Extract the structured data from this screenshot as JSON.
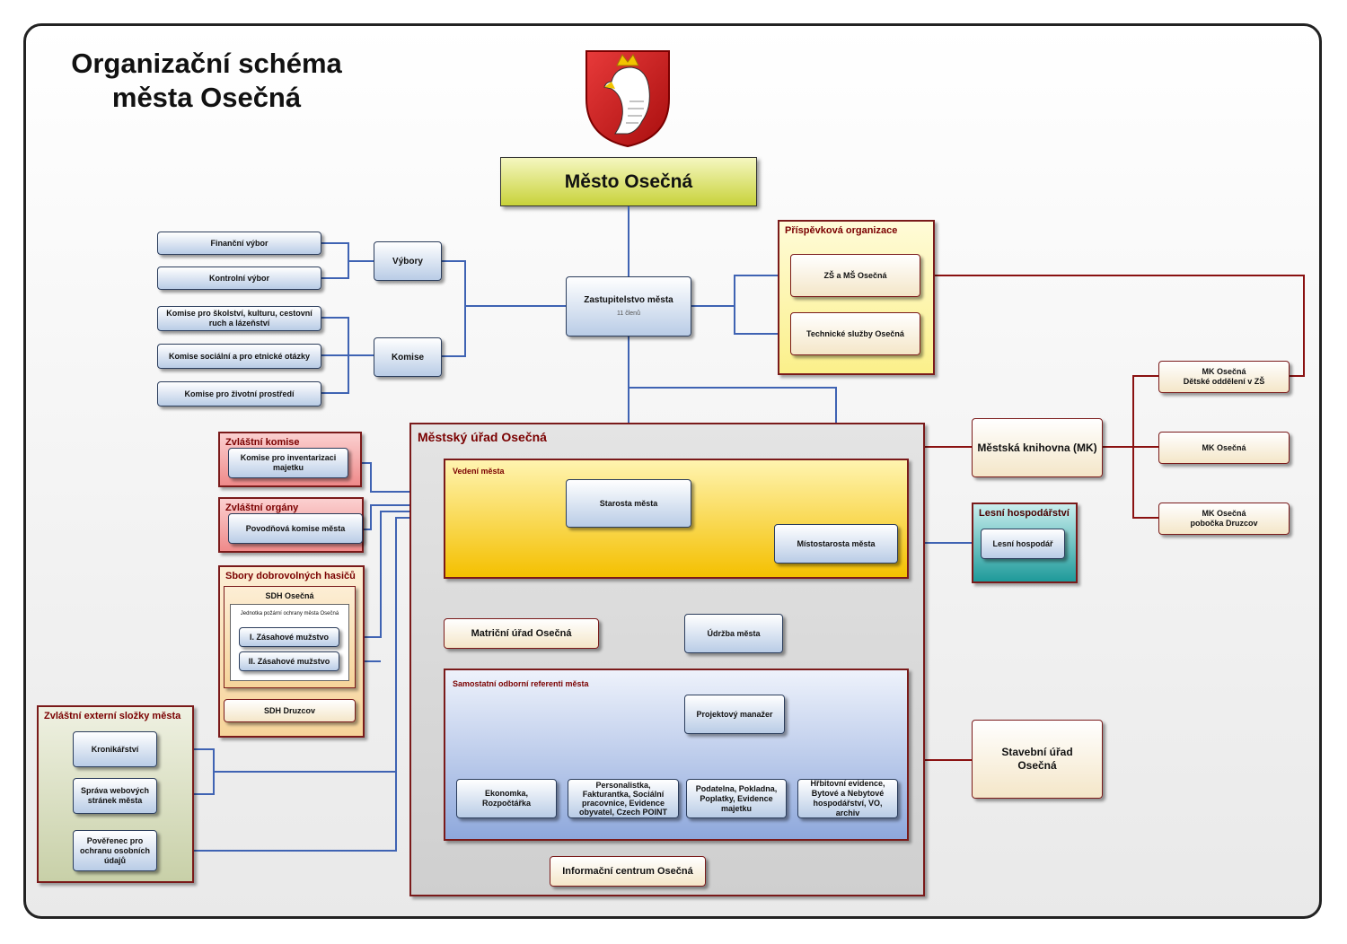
{
  "title": {
    "line1": "Organizační schéma",
    "line2": "města Osečná"
  },
  "top": {
    "mesto": "Město Osečná",
    "zastupitelstvo": "Zastupitelstvo města",
    "zastupitelstvo_sub": "11 členů"
  },
  "vybory": {
    "label": "Výbory",
    "items": [
      "Finanční výbor",
      "Kontrolní výbor"
    ]
  },
  "komise": {
    "label": "Komise",
    "items": [
      "Komise pro školství, kulturu, cestovní ruch a lázeňství",
      "Komise sociální a pro etnické otázky",
      "Komise pro životní prostředí"
    ]
  },
  "prispevkova": {
    "title": "Příspěvková organizace",
    "items": [
      "ZŠ a MŠ Osečná",
      "Technické služby Osečná"
    ]
  },
  "knihovna": {
    "main": "Městská knihovna (MK)",
    "items": [
      {
        "line1": "MK Osečná",
        "line2": "Dětské oddělení v ZŠ"
      },
      {
        "line1": "MK Osečná",
        "line2": ""
      },
      {
        "line1": "MK Osečná",
        "line2": "pobočka Druzcov"
      }
    ]
  },
  "lesni": {
    "title": "Lesní hospodářství",
    "item": "Lesní hospodář"
  },
  "stavebni": {
    "line1": "Stavební úřad",
    "line2": "Osečná"
  },
  "urad": {
    "title": "Městský úřad Osečná",
    "vedeni": {
      "title": "Vedení města",
      "starosta": "Starosta města",
      "mistostarosta": "Místostarosta města"
    },
    "matricni": "Matriční úřad Osečná",
    "udrzba": "Údržba města",
    "referenti": {
      "title": "Samostatní odborní referenti města",
      "projektovy": "Projektový manažer",
      "items": [
        "Ekonomka, Rozpočtářka",
        "Personalistka, Fakturantka, Sociální pracovnice, Evidence obyvatel, Czech POINT",
        "Podatelna, Pokladna, Poplatky, Evidence majetku",
        "Hřbitovní evidence, Bytové a Nebytové hospodářství, VO, archiv"
      ]
    },
    "infocentrum": "Informační centrum Osečná"
  },
  "zvlastni_komise": {
    "title": "Zvláštní komise",
    "item": "Komise pro inventarizaci majetku"
  },
  "zvlastni_organy": {
    "title": "Zvláštní orgány",
    "item": "Povodňová komise města"
  },
  "hasici": {
    "title": "Sbory dobrovolných hasičů",
    "sdh": "SDH Osečná",
    "jednotka": "Jednotka požární ochrany města Osečná",
    "items": [
      "I. Zásahové mužstvo",
      "II. Zásahové mužstvo"
    ],
    "druzcov": "SDH Druzcov"
  },
  "externi": {
    "title": "Zvláštní externí složky města",
    "items": [
      "Kronikářství",
      "Správa webových stránek města",
      "Pověřenec pro ochranu osobních údajů"
    ]
  }
}
